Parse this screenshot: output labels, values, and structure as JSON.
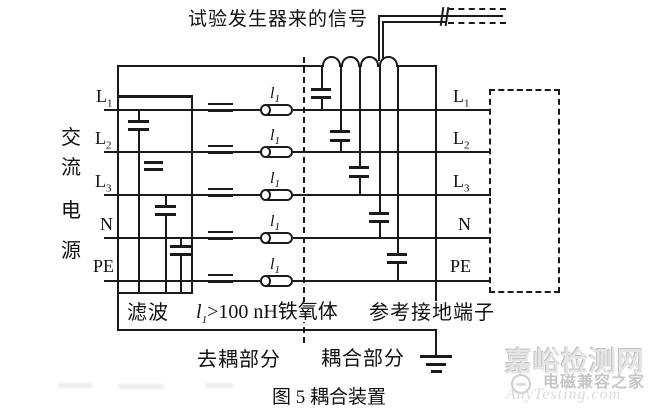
{
  "texts": {
    "signal": "试验发生器来的信号",
    "ac_source": [
      "交",
      "流",
      "电",
      "源"
    ],
    "filter": "滤波",
    "ferrite": {
      "base": "l",
      "sub": "1",
      "rest": ">100 nH铁氧体"
    },
    "ground_terminal": "参考接地端子",
    "decoupling": "去耦部分",
    "coupling": "耦合部分",
    "caption": "图 5 耦合装置"
  },
  "rows": [
    {
      "label": {
        "base": "L",
        "sub": "1"
      },
      "bead": {
        "base": "l",
        "sub": "1"
      }
    },
    {
      "label": {
        "base": "L",
        "sub": "2"
      },
      "bead": {
        "base": "l",
        "sub": "1"
      }
    },
    {
      "label": {
        "base": "L",
        "sub": "3"
      },
      "bead": {
        "base": "l",
        "sub": "1"
      }
    },
    {
      "label": {
        "base": "N",
        "sub": ""
      },
      "bead": {
        "base": "l",
        "sub": "1"
      }
    },
    {
      "label": {
        "base": "PE",
        "sub": ""
      },
      "bead": {
        "base": "l",
        "sub": "1"
      }
    }
  ],
  "watermark": {
    "site": "嘉峪检测网",
    "brand": "电磁兼容之家",
    "domain": "AnyTesting.com"
  },
  "colors": {
    "line": "#1a1a1a",
    "watermark_light": "#e4e4e4",
    "watermark_mid": "#c6c6c6"
  }
}
